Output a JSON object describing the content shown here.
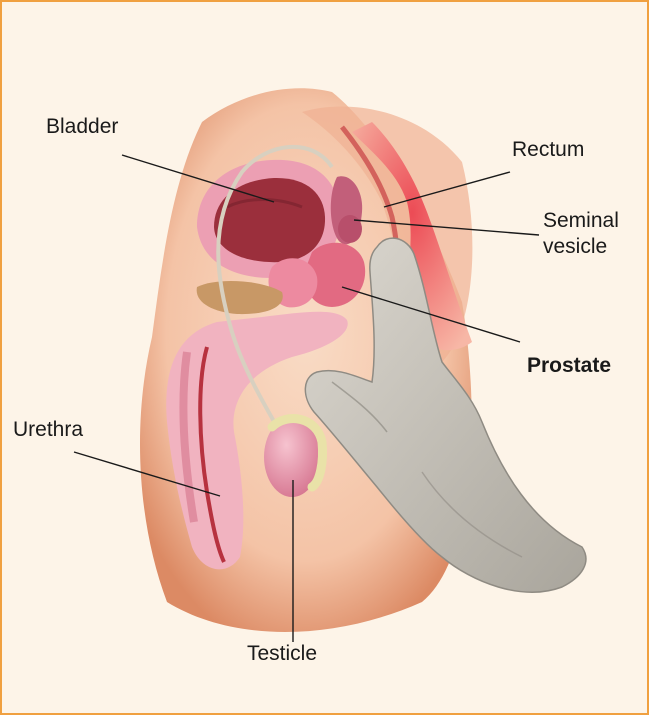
{
  "labels": {
    "bladder": "Bladder",
    "rectum": "Rectum",
    "seminal_vesicle_line1": "Seminal",
    "seminal_vesicle_line2": "vesicle",
    "prostate": "Prostate",
    "urethra": "Urethra",
    "testicle": "Testicle"
  },
  "colors": {
    "frame_border": "#f0a040",
    "background": "#fdf4e8",
    "skin": "#f6cbb0",
    "skin_shadow": "#e8a17c",
    "bladder": "#9b2f3c",
    "prostate": "#e26a82",
    "rectum": "#d9343e",
    "glove": "#c9c5bd"
  }
}
